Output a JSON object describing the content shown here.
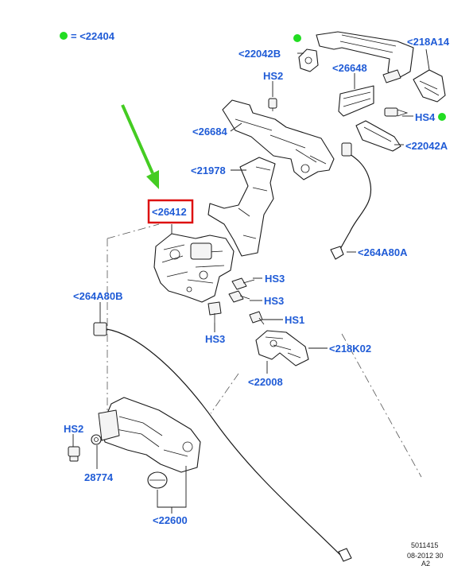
{
  "legend": {
    "label": "= <22404",
    "dot_color": "#22dd22"
  },
  "callouts": {
    "c22042B": "<22042B",
    "c218A14": "<218A14",
    "cHS2_top": "HS2",
    "c26648": "<26648",
    "cHS4": "HS4",
    "c26684": "<26684",
    "c22042A": "<22042A",
    "c21978": "<21978",
    "c26412": "<26412",
    "c264A80A": "<264A80A",
    "cHS3_a": "HS3",
    "cHS3_b": "HS3",
    "cHS3_c": "HS3",
    "cHS1": "HS1",
    "c264A80B": "<264A80B",
    "c218K02": "<218K02",
    "c22008": "<22008",
    "cHS2_bottom": "HS2",
    "c28774": "28774",
    "c22600": "<22600"
  },
  "highlight": {
    "box_color": "#dd1111",
    "arrow_color": "#44cc22",
    "dot_color": "#22dd22",
    "label_color": "#1f5bd6"
  },
  "footer": {
    "line1": "5011415",
    "line2": "08-2012 30",
    "line3": "A2"
  }
}
